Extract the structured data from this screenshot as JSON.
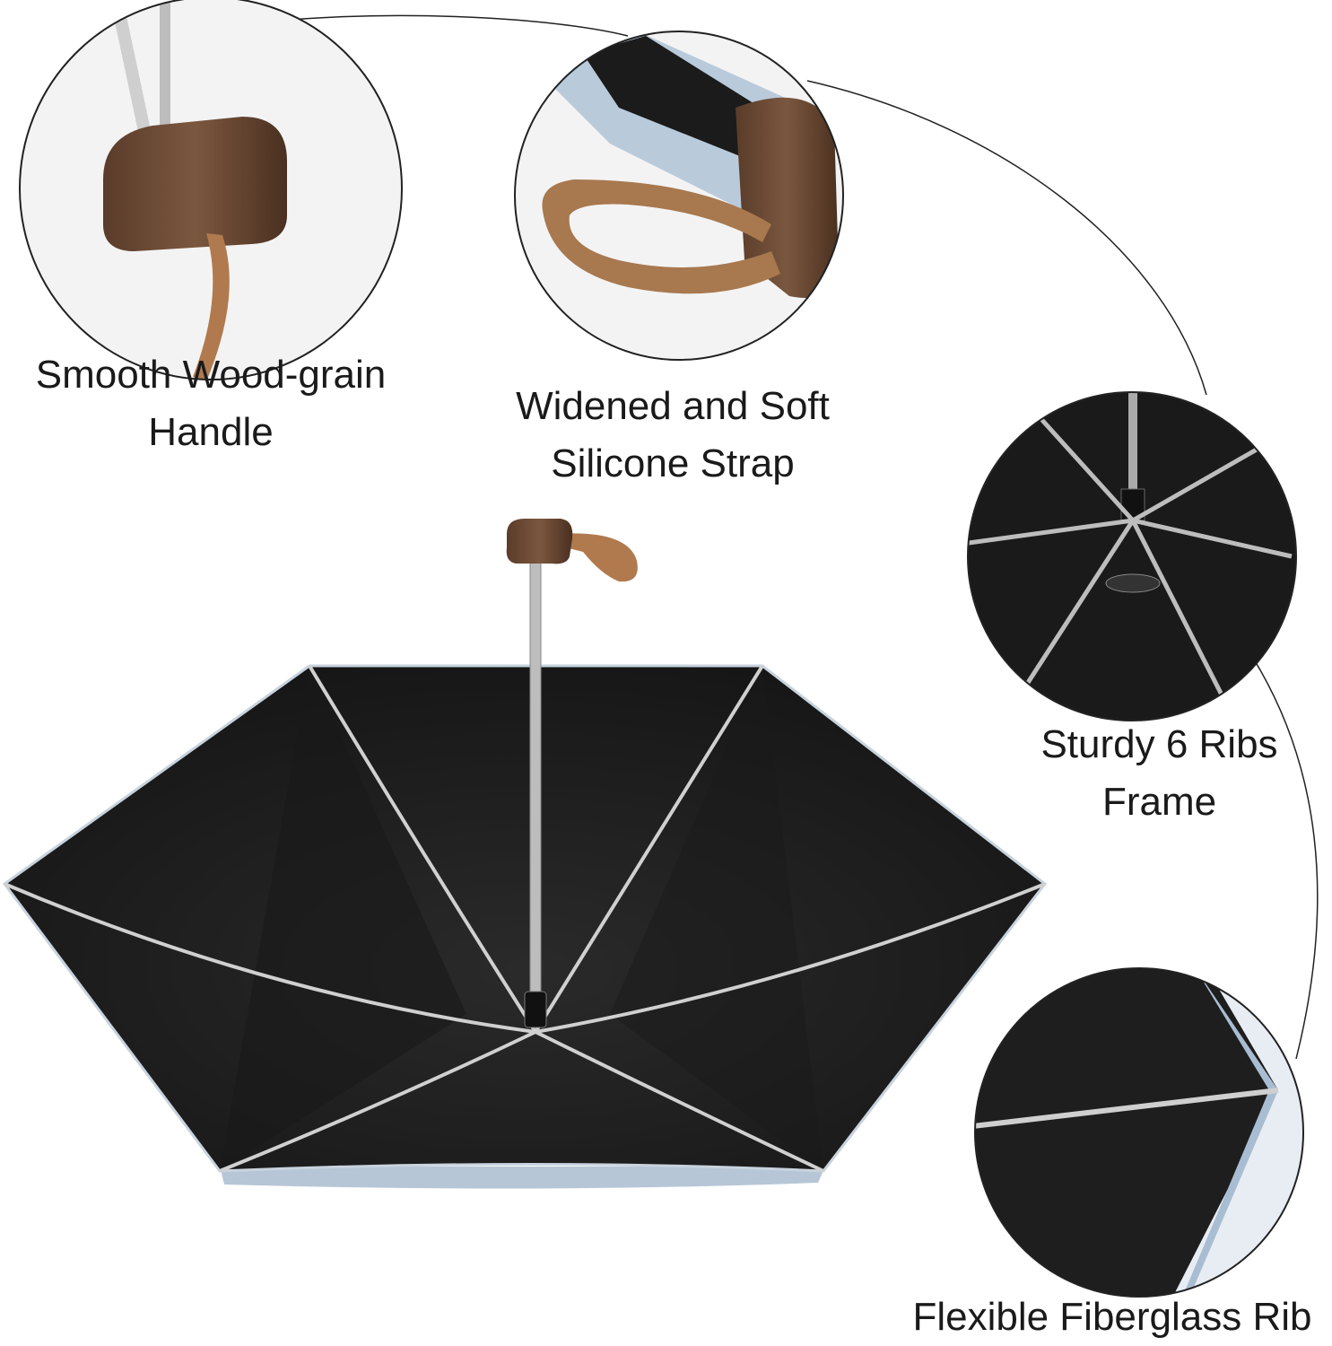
{
  "features": [
    {
      "line1": "Smooth Wood-grain",
      "line2": "Handle"
    },
    {
      "line1": "Widened and Soft",
      "line2": "Silicone Strap"
    },
    {
      "line1": "Sturdy 6 Ribs",
      "line2": "Frame"
    },
    {
      "line1": "Flexible Fiberglass Rib"
    }
  ],
  "colors": {
    "canopy": "#1c1c1c",
    "canopy_edge": "#b7c6d6",
    "wood": "#6b4a35",
    "strap": "#a8784f",
    "frame": "#c9c9c9"
  }
}
